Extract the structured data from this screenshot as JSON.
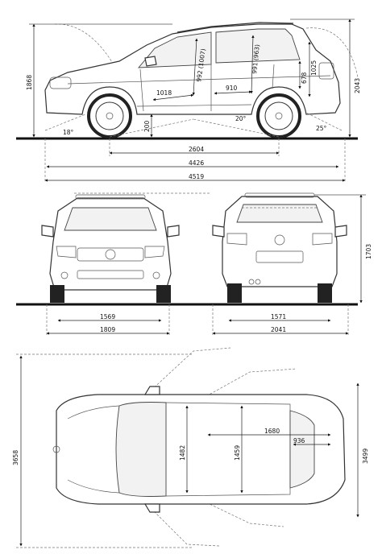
{
  "dimensions": {
    "height_side": "1868",
    "height_roof_rails": "2043",
    "approach_angle": "18°",
    "departure_angle": "25°",
    "ground_clearance": "200",
    "breakover_angle": "20°",
    "wheelbase": "2604",
    "length": "4426",
    "length_overall": "4519",
    "front_headroom": "992 (1007)",
    "rear_headroom": "991 (963)",
    "front_legroom": "1018",
    "rear_legroom": "910",
    "trunk_height": "1025",
    "trunk_opening": "678",
    "front_track": "1569",
    "width": "1809",
    "rear_track": "1571",
    "width_mirrors": "2041",
    "height_rear": "1703",
    "turning_circle": "3658",
    "width_mirrors_top": "3499",
    "interior_length": "1680",
    "rear_interior_width": "936",
    "front_interior_width": "1482",
    "rear_seat_width": "1459"
  }
}
